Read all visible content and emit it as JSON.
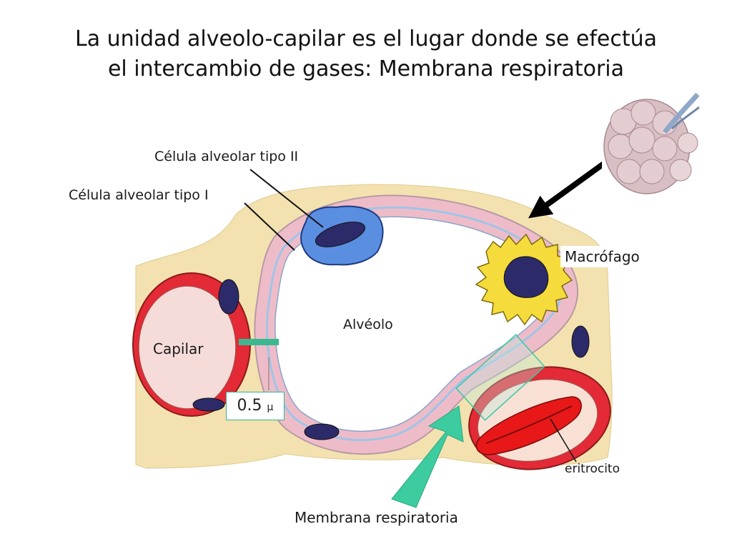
{
  "title": {
    "line1": "La unidad alveolo-capilar es el lugar donde se efectúa",
    "line2": "el intercambio de gases: Membrana respiratoria"
  },
  "labels": {
    "type2": "Célula alveolar tipo II",
    "type1": "Célula alveolar tipo I",
    "macrophage": "Macrófago",
    "alveolus": "Alvéolo",
    "capillary": "Capilar",
    "scale_value": "0.5",
    "scale_unit": "μ",
    "erythrocyte": "eritrocito",
    "membrane": "Membrana respiratoria"
  },
  "colors": {
    "tissue": "#f3e2b0",
    "wall": "#eebcc8",
    "capillary_wall": "#e32a36",
    "type2_cell": "#5a8ee0",
    "macrophage": "#f5dc3c",
    "nucleus": "#2c2a68",
    "erythrocyte": "#e81818",
    "accent": "#3ccca0",
    "arrow": "#000000"
  },
  "icons": {
    "lung_thumbnail": "alveolar-sac-illustration-icon"
  }
}
